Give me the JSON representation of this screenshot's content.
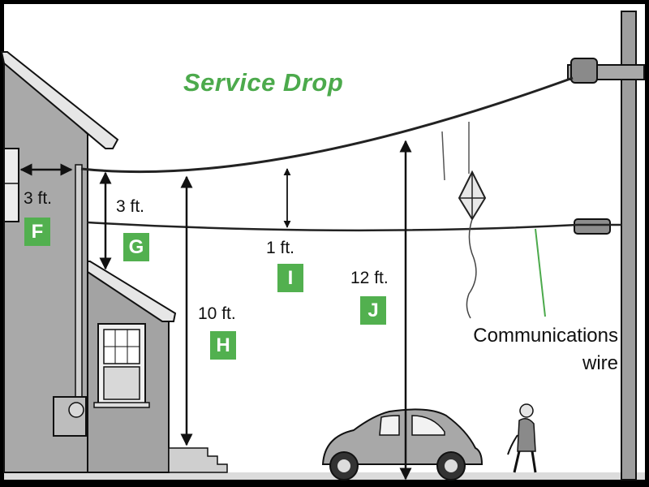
{
  "title": "Service Drop",
  "colors": {
    "title": "#4caa4c",
    "badge": "#52b04f",
    "house": "#a7a7a7",
    "outline": "#111111",
    "ground": "#e0e0e0",
    "frame": "#000000"
  },
  "measurements": [
    {
      "id": "F",
      "distance": "3 ft."
    },
    {
      "id": "G",
      "distance": "3 ft."
    },
    {
      "id": "H",
      "distance": "10 ft."
    },
    {
      "id": "I",
      "distance": "1 ft."
    },
    {
      "id": "J",
      "distance": "12 ft."
    }
  ],
  "callouts": {
    "communications_line1": "Communications",
    "communications_line2": "wire"
  }
}
